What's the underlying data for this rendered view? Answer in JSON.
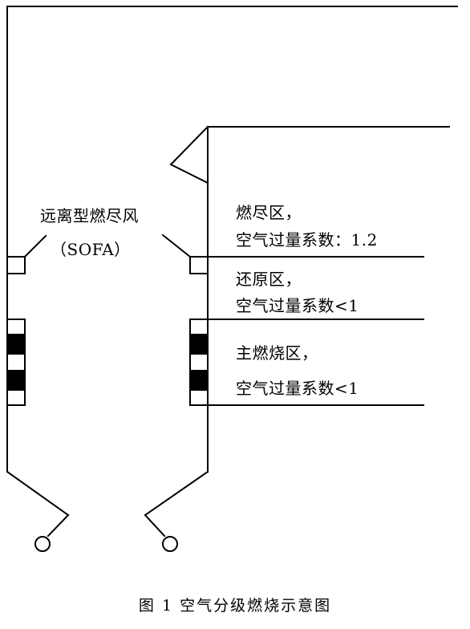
{
  "labels": {
    "sofa_line1": "远离型燃尽风",
    "sofa_line2": "（SOFA）",
    "burnout_zone": "燃尽区，",
    "burnout_air_ratio": "空气过量系数：1.2",
    "reduction_zone": "还原区，",
    "reduction_air_ratio": "空气过量系数<1",
    "main_zone": "主燃烧区，",
    "main_air_ratio": "空气过量系数<1"
  },
  "caption": "图 1 空气分级燃烧示意图"
}
